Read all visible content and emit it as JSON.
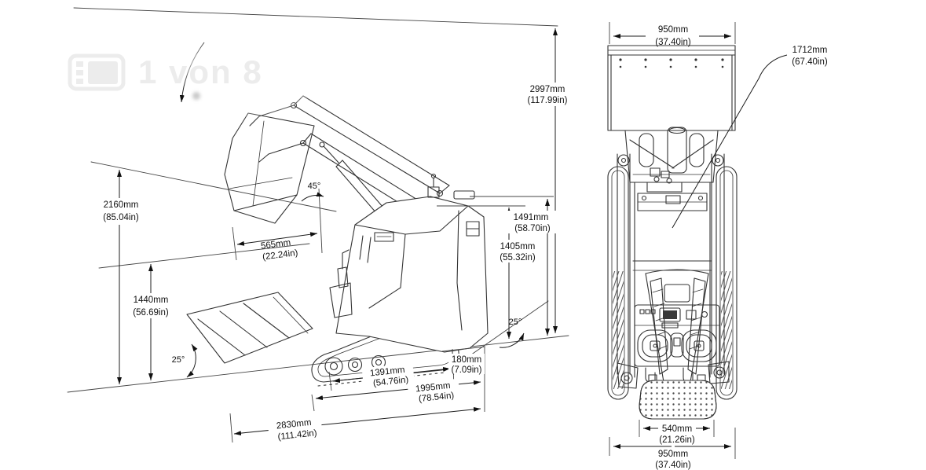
{
  "viewer": {
    "image_counter": "1 von 8",
    "gallery_icon": "gallery-icon"
  },
  "colors": {
    "line": "#333333",
    "dimension_text": "#111111",
    "watermark": "#ececec"
  },
  "side_view": {
    "dims": {
      "overall_height_raised": {
        "mm": "2997mm",
        "in": "(117.99in)"
      },
      "dump_height": {
        "mm": "2160mm",
        "in": "(85.04in)"
      },
      "hinge_pin_height": {
        "mm": "1440mm",
        "in": "(56.69in)"
      },
      "dump_reach": {
        "mm": "565mm",
        "in": "(22.24in)"
      },
      "overall_height": {
        "mm": "1491mm",
        "in": "(58.70in)"
      },
      "height_over_hood": {
        "mm": "1405mm",
        "in": "(55.32in)"
      },
      "track_length": {
        "mm": "1391mm",
        "in": "(54.76in)"
      },
      "ground_clearance": {
        "mm": "180mm",
        "in": "(7.09in)"
      },
      "length_without_bucket": {
        "mm": "1995mm",
        "in": "(78.54in)"
      },
      "overall_length": {
        "mm": "2830mm",
        "in": "(111.42in)"
      }
    },
    "angles": {
      "dump_angle": "45°",
      "bucket_angle_ground": "25°",
      "departure_angle": "25°"
    }
  },
  "rear_view": {
    "dims": {
      "bucket_width": {
        "mm": "950mm",
        "in": "(37.40in)"
      },
      "transport_height": {
        "mm": "1712mm",
        "in": "(67.40in)"
      },
      "platform_width": {
        "mm": "540mm",
        "in": "(21.26in)"
      },
      "overall_width": {
        "mm": "950mm",
        "in": "(37.40in)"
      }
    }
  }
}
